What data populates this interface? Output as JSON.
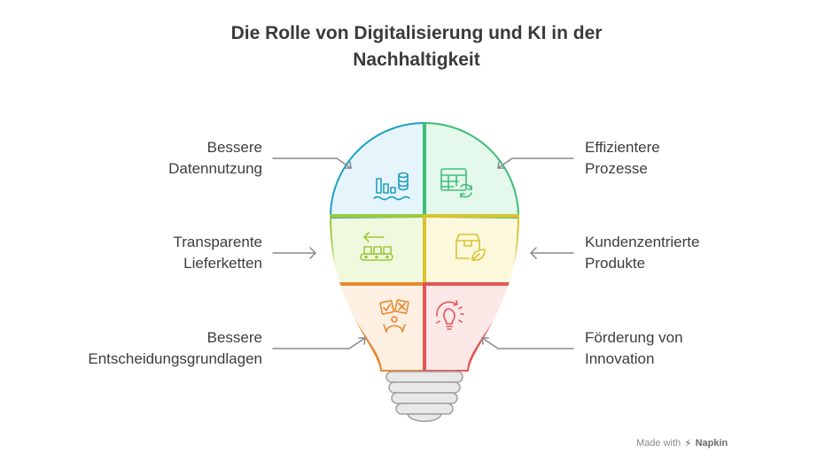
{
  "title": {
    "line1": "Die Rolle von Digitalisierung und KI in der",
    "line2": "Nachhaltigkeit"
  },
  "segments": [
    {
      "label": [
        "Bessere",
        "Datennutzung"
      ],
      "icon": "bar-chart-database-icon",
      "color": "#1f9fc1",
      "fill": "#e6f5fb"
    },
    {
      "label": [
        "Effizientere",
        "Prozesse"
      ],
      "icon": "spreadsheet-refresh-icon",
      "color": "#3fbd78",
      "fill": "#e4f8ec"
    },
    {
      "label": [
        "Transparente",
        "Lieferketten"
      ],
      "icon": "conveyor-boxes-icon",
      "color": "#9cc93c",
      "fill": "#f0f8de"
    },
    {
      "label": [
        "Kundenzentrierte",
        "Produkte"
      ],
      "icon": "eco-box-icon",
      "color": "#d8c332",
      "fill": "#fcf8db"
    },
    {
      "label": [
        "Bessere",
        "Entscheidungsgrundlagen"
      ],
      "icon": "decision-person-icon",
      "color": "#e6892f",
      "fill": "#fdefe2"
    },
    {
      "label": [
        "Förderung von",
        "Innovation"
      ],
      "icon": "lightbulb-idea-icon",
      "color": "#e35656",
      "fill": "#fde8e8"
    }
  ],
  "bulb": {
    "outline_color": "#5a5a5a",
    "base_fill": "#e8e8e8",
    "base_stroke": "#a0a0a0"
  },
  "arrow_color": "#8a8a8a",
  "brand": {
    "prefix": "Made with",
    "name": "Napkin"
  }
}
